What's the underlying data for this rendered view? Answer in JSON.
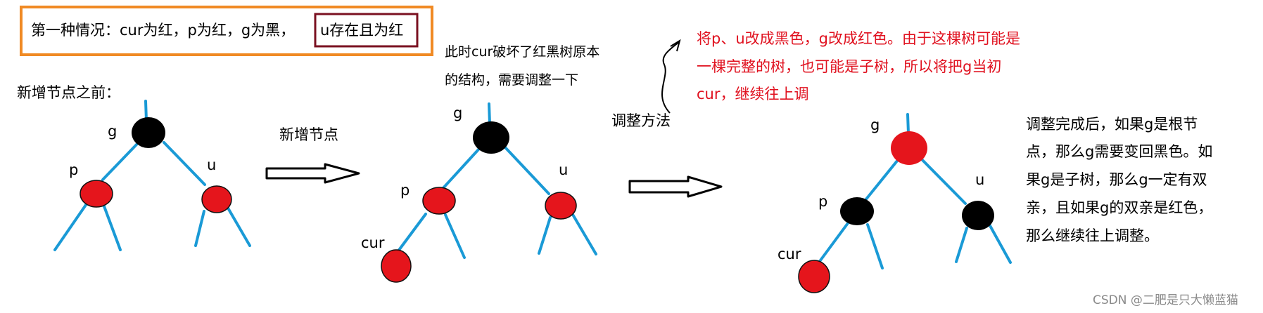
{
  "caption": {
    "case_label": "第一种情况：cur为红，p为红，g为黑，",
    "uncle_note": "u存在且为红"
  },
  "before_label": "新增节点之前：",
  "insert_label": "新增节点",
  "middle_note": [
    "此时cur破坏了红黑树原本",
    "的结构，需要调整一下"
  ],
  "method_label": "调整方法",
  "method_note": [
    "将p、u改成黑色，g改成红色。由于这棵树可能是",
    "一棵完整的树，也可能是子树，所以将把g当初",
    "cur，继续往上调"
  ],
  "result_note": [
    "调整完成后，如果g是根节",
    "点，那么g需要变回黑色。如",
    "果g是子树，那么g一定有双",
    "亲，且如果g的双亲是红色，",
    "那么继续往上调整。"
  ],
  "node_labels": {
    "g": "g",
    "p": "p",
    "u": "u",
    "cur": "cur"
  },
  "watermark": "CSDN @二肥是只大懒蓝猫",
  "colors": {
    "frame_orange": "#f08a24",
    "frame_darkred": "#7a1020",
    "edge_blue": "#1a9ad6",
    "node_red": "#e5151c",
    "node_black": "#000000",
    "note_red": "#e0101e"
  },
  "trees": {
    "before": {
      "g": "black",
      "p": "red",
      "u": "red"
    },
    "inserted": {
      "g": "black",
      "p": "red",
      "u": "red",
      "cur": "red"
    },
    "adjusted": {
      "g": "red",
      "p": "black",
      "u": "black",
      "cur": "red"
    }
  }
}
